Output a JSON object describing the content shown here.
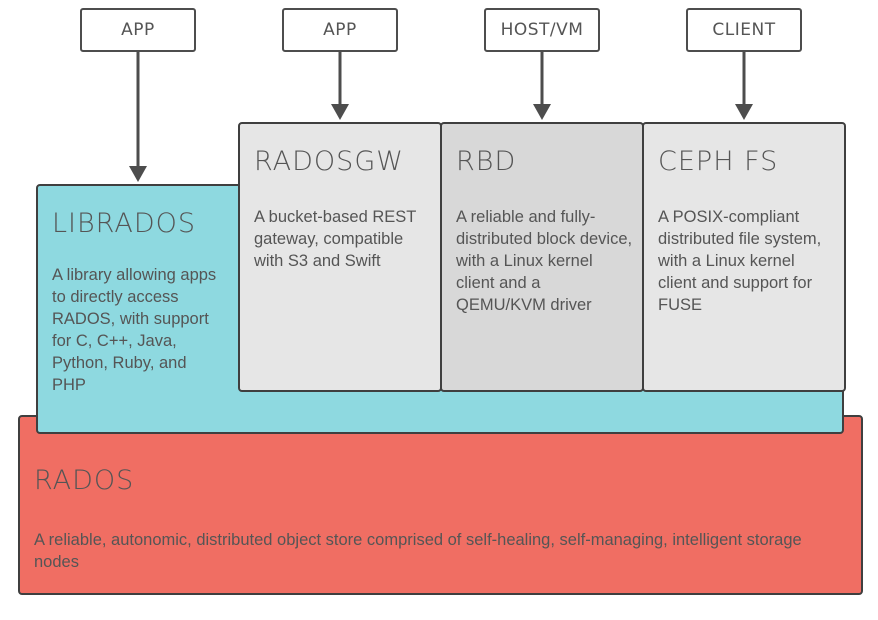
{
  "clients": [
    {
      "label": "APP"
    },
    {
      "label": "APP"
    },
    {
      "label": "HOST/VM"
    },
    {
      "label": "CLIENT"
    }
  ],
  "blocks": {
    "rados": {
      "title": "RADOS",
      "description": "A reliable, autonomic, distributed object store comprised of self-healing, self-managing, intelligent storage nodes",
      "color": "#f06e63"
    },
    "librados": {
      "title": "LIBRADOS",
      "description": "A library allowing apps to directly access RADOS, with support for C, C++, Java, Python, Ruby, and PHP",
      "color": "#8ed9e0"
    },
    "radosgw": {
      "title": "RADOSGW",
      "description": "A bucket-based REST gateway, compatible with S3 and Swift",
      "color": "#e6e6e6"
    },
    "rbd": {
      "title": "RBD",
      "description": "A reliable and fully-distributed block device, with a Linux kernel client and a QEMU/KVM driver",
      "color": "#d8d8d8"
    },
    "cephfs": {
      "title": "CEPH FS",
      "description": "A POSIX-compliant distributed file system, with a Linux kernel client and support for FUSE",
      "color": "#e6e6e6"
    }
  },
  "connections": [
    {
      "from": "APP",
      "to": "LIBRADOS"
    },
    {
      "from": "APP",
      "to": "RADOSGW"
    },
    {
      "from": "HOST/VM",
      "to": "RBD"
    },
    {
      "from": "CLIENT",
      "to": "CEPH FS"
    }
  ]
}
